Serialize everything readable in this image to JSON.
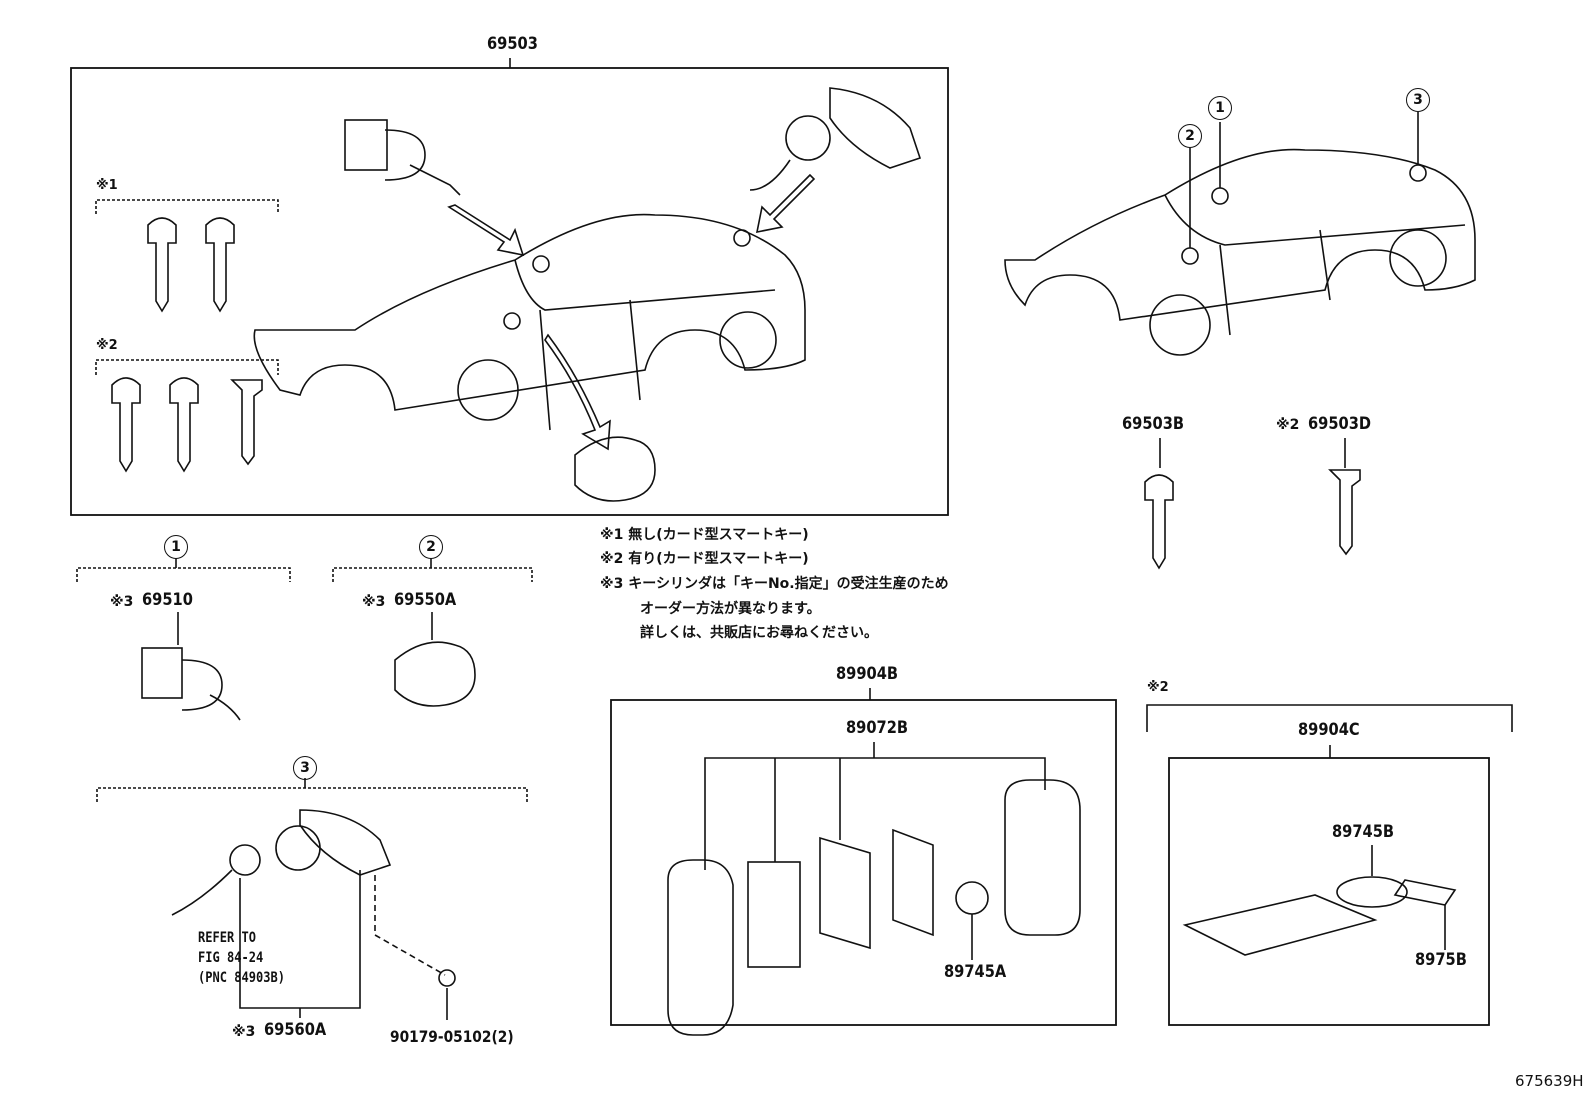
{
  "title_label": "69503",
  "group_marks": {
    "mark1": "※1",
    "mark2": "※2"
  },
  "refs": {
    "r1": "①",
    "r2": "②",
    "r3": "③"
  },
  "parts": {
    "p69503B": "69503B",
    "p69503D_mark": "※2",
    "p69503D": "69503D",
    "p69510_mark": "※3",
    "p69510": "69510",
    "p69550A_mark": "※3",
    "p69550A": "69550A",
    "p69560A_mark": "※3",
    "p69560A": "69560A",
    "p90179": "90179-05102(2)",
    "p89904B": "89904B",
    "p89072B": "89072B",
    "p89745A": "89745A",
    "p89904C_mark": "※2",
    "p89904C": "89904C",
    "p89745B": "89745B",
    "p8975B": "8975B"
  },
  "refer_note": {
    "line1": "REFER TO",
    "line2": "FIG 84-24",
    "line3": "(PNC 84903B)"
  },
  "notes": {
    "n1": "※1 無し(カード型スマートキー)",
    "n2": "※2 有り(カード型スマートキー)",
    "n3": "※3 キーシリンダは「キーNo.指定」の受注生産のため",
    "n3b": "オーダー方法が異なります。",
    "n3c": "詳しくは、共販店にお尋ねください。"
  },
  "figure_code": "675639H"
}
